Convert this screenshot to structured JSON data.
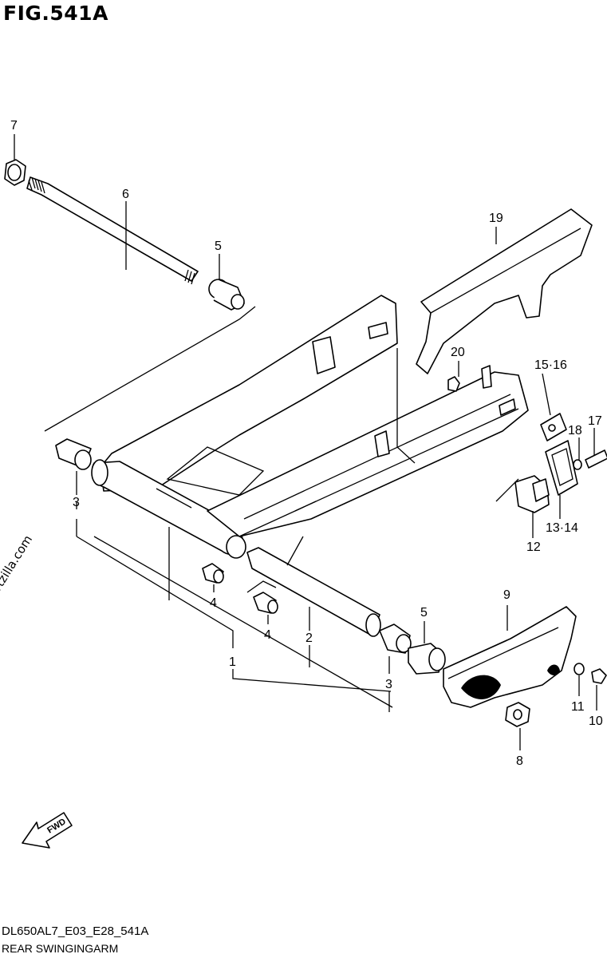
{
  "figure": {
    "title": "FIG.541A",
    "code": "DL650AL7_E03_E28_541A",
    "caption": "REAR SWINGINGARM",
    "watermark": "© Partzilla.com",
    "fwd_label": "FWD"
  },
  "callouts": {
    "c1": "1",
    "c2": "2",
    "c3a": "3",
    "c3b": "3",
    "c4a": "4",
    "c4b": "4",
    "c5a": "5",
    "c5b": "5",
    "c6": "6",
    "c7": "7",
    "c8": "8",
    "c9": "9",
    "c10": "10",
    "c11": "11",
    "c12": "12",
    "c1314": "13·14",
    "c1516": "15·16",
    "c17": "17",
    "c18": "18",
    "c19": "19",
    "c20": "20"
  }
}
